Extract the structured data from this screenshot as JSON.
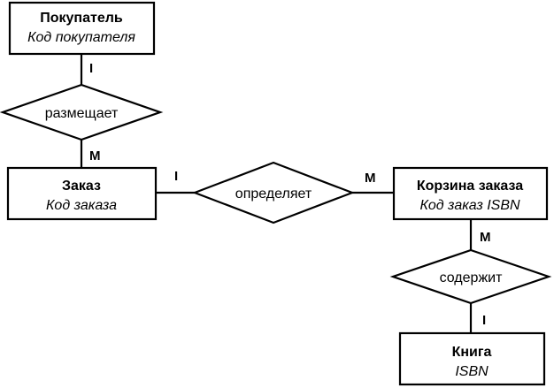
{
  "entities": {
    "customer": {
      "name": "Покупатель",
      "key": "Код покупателя"
    },
    "order": {
      "name": "Заказ",
      "key": "Код заказа"
    },
    "cart": {
      "name": "Корзина заказа",
      "key": "Код заказ ISBN"
    },
    "book": {
      "name": "Книга",
      "key": "ISBN"
    }
  },
  "relationships": {
    "places": "размещает",
    "defines": "определяет",
    "contains": "содержит"
  },
  "cardinalities": {
    "customer_places": "I",
    "places_order": "M",
    "order_defines": "I",
    "defines_cart": "M",
    "cart_contains": "M",
    "contains_book": "I"
  }
}
